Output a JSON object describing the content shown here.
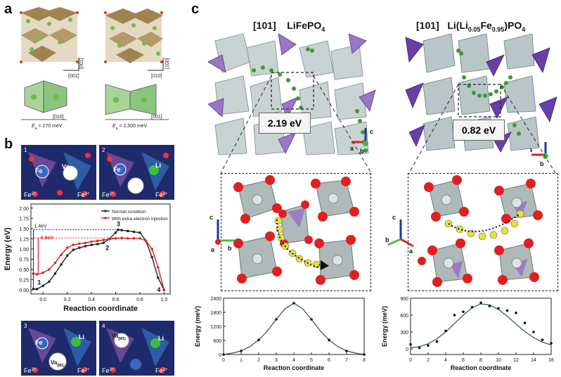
{
  "panels": {
    "a": {
      "letter": "a",
      "axes_left": {
        "top": "[001]",
        "bottom": "[001]"
      },
      "axes_right": {
        "top": "[100]",
        "bottom": "[010]"
      },
      "low_axis_left": "[010]",
      "low_axis_right": "[001]",
      "ea_left": "E",
      "ea_left_sub": "a",
      "ea_left_val": "= 270 meV",
      "ea_right": "E",
      "ea_right_sub": "a",
      "ea_right_val": "= 2,500 meV"
    },
    "b": {
      "letter": "b",
      "inset_labels": {
        "n1": "1",
        "n2": "2",
        "n3": "3",
        "n4": "4",
        "fe": "Fe",
        "li": "Li",
        "va": "Va",
        "va_sub": "(M1)",
        "fe2": "Fe",
        "fe2_sup": "2+",
        "fe3": "Fe",
        "fe3_sup": "3+"
      }
    },
    "c": {
      "letter": "c",
      "left_title_dir": "[101]",
      "left_title_formula": "LiFePO",
      "left_title_sub": "4",
      "right_title_dir": "[101]",
      "right_title_formula_a": "Li(Li",
      "right_title_sub1": "0.05",
      "right_title_formula_b": "Fe",
      "right_title_sub2": "0.95",
      "right_title_formula_c": ")PO",
      "right_title_sub3": "4",
      "left_barrier": "2.19 eV",
      "right_barrier": "0.82 eV",
      "axis_labels": {
        "a": "a",
        "b": "b",
        "c": "c"
      }
    }
  },
  "chart_data": [
    {
      "type": "line",
      "panel": "b",
      "xlabel": "Reaction coordinate",
      "ylabel": "Energy (eV)",
      "xlim": [
        -0.1,
        1.05
      ],
      "ylim": [
        -0.1,
        2.1
      ],
      "xticks": [
        "0.0",
        "0.2",
        "0.4",
        "0.6",
        "0.8",
        "1.0"
      ],
      "xtick_values": [
        0.0,
        0.2,
        0.4,
        0.6,
        0.8,
        1.0
      ],
      "yticks": [
        "0.00",
        "0.25",
        "0.50",
        "0.75",
        "1.00",
        "1.25",
        "1.50",
        "1.75",
        "2.00"
      ],
      "ytick_values": [
        0.0,
        0.25,
        0.5,
        0.75,
        1.0,
        1.25,
        1.5,
        1.75,
        2.0
      ],
      "legend": "top-right",
      "series": [
        {
          "name": "Normal condition",
          "color": "#222222",
          "x": [
            -0.08,
            -0.05,
            0.0,
            0.05,
            0.1,
            0.15,
            0.2,
            0.25,
            0.3,
            0.35,
            0.4,
            0.45,
            0.5,
            0.55,
            0.6,
            0.62,
            0.65,
            0.7,
            0.75,
            0.8,
            0.85,
            0.9,
            0.95,
            1.0
          ],
          "y": [
            0.02,
            0.02,
            0.1,
            0.2,
            0.4,
            0.62,
            0.84,
            0.98,
            1.03,
            1.07,
            1.1,
            1.12,
            1.15,
            1.25,
            1.4,
            1.47,
            1.46,
            1.44,
            1.42,
            1.4,
            1.2,
            0.8,
            0.3,
            0.0
          ]
        },
        {
          "name": "With extra electron injection",
          "color": "#e31a1c",
          "x": [
            -0.08,
            -0.05,
            0.0,
            0.05,
            0.1,
            0.15,
            0.2,
            0.25,
            0.3,
            0.35,
            0.4,
            0.45,
            0.5,
            0.55,
            0.6,
            0.65,
            0.7,
            0.75,
            0.8,
            0.85,
            0.9,
            0.95,
            1.0
          ],
          "y": [
            0.4,
            0.38,
            0.42,
            0.5,
            0.66,
            0.86,
            1.03,
            1.1,
            1.13,
            1.15,
            1.18,
            1.2,
            1.22,
            1.24,
            1.26,
            1.27,
            1.26,
            1.26,
            1.26,
            1.2,
            1.0,
            0.55,
            0.0
          ]
        }
      ],
      "annotations": [
        {
          "text": "1.4eV",
          "color": "#222222"
        },
        {
          "text": "0.8eV",
          "color": "#e31a1c"
        },
        {
          "text": "1"
        },
        {
          "text": "2"
        },
        {
          "text": "3"
        },
        {
          "text": "4"
        }
      ]
    },
    {
      "type": "line",
      "panel": "c-left",
      "xlabel": "Reaction coordinate",
      "ylabel": "Energy (meV)",
      "xlim": [
        0,
        8
      ],
      "ylim": [
        0,
        2400
      ],
      "xticks": [
        "0",
        "1",
        "2",
        "3",
        "4",
        "5",
        "6",
        "7",
        "8"
      ],
      "xtick_values": [
        0,
        1,
        2,
        3,
        4,
        5,
        6,
        7,
        8
      ],
      "yticks": [
        "0",
        "600",
        "1200",
        "1800",
        "2400"
      ],
      "ytick_values": [
        0,
        600,
        1200,
        1800,
        2400
      ],
      "points": {
        "x": [
          0,
          1,
          2,
          3,
          4,
          5,
          6,
          7,
          8
        ],
        "y": [
          0,
          150,
          620,
          1500,
          2190,
          1500,
          620,
          150,
          0
        ]
      },
      "curve": {
        "x": [
          0,
          0.5,
          1,
          1.5,
          2,
          2.5,
          3,
          3.5,
          4,
          4.5,
          5,
          5.5,
          6,
          6.5,
          7,
          7.5,
          8
        ],
        "y": [
          0,
          60,
          150,
          340,
          620,
          1010,
          1500,
          1950,
          2190,
          1950,
          1500,
          1010,
          620,
          340,
          150,
          60,
          0
        ]
      }
    },
    {
      "type": "line",
      "panel": "c-right",
      "xlabel": "Reaction coordinate",
      "ylabel": "Energy (meV)",
      "xlim": [
        0,
        16
      ],
      "ylim": [
        -100,
        900
      ],
      "xticks": [
        "0",
        "2",
        "4",
        "6",
        "8",
        "10",
        "12",
        "14",
        "16"
      ],
      "xtick_values": [
        0,
        2,
        4,
        6,
        8,
        10,
        12,
        14,
        16
      ],
      "yticks": [
        "0",
        "300",
        "600",
        "900"
      ],
      "ytick_values": [
        0,
        300,
        600,
        900
      ],
      "points": {
        "x": [
          0,
          1,
          2,
          3,
          4,
          5,
          6,
          7,
          8,
          9,
          10,
          11,
          12,
          13,
          14,
          15,
          16
        ],
        "y": [
          80,
          20,
          60,
          130,
          320,
          600,
          660,
          740,
          820,
          760,
          720,
          680,
          640,
          460,
          300,
          160,
          100
        ]
      },
      "curve": {
        "x": [
          0,
          1,
          2,
          3,
          4,
          5,
          6,
          7,
          8,
          9,
          10,
          11,
          12,
          13,
          14,
          15,
          16
        ],
        "y": [
          20,
          40,
          90,
          180,
          300,
          450,
          600,
          730,
          800,
          780,
          700,
          580,
          440,
          310,
          200,
          120,
          70
        ]
      }
    }
  ]
}
